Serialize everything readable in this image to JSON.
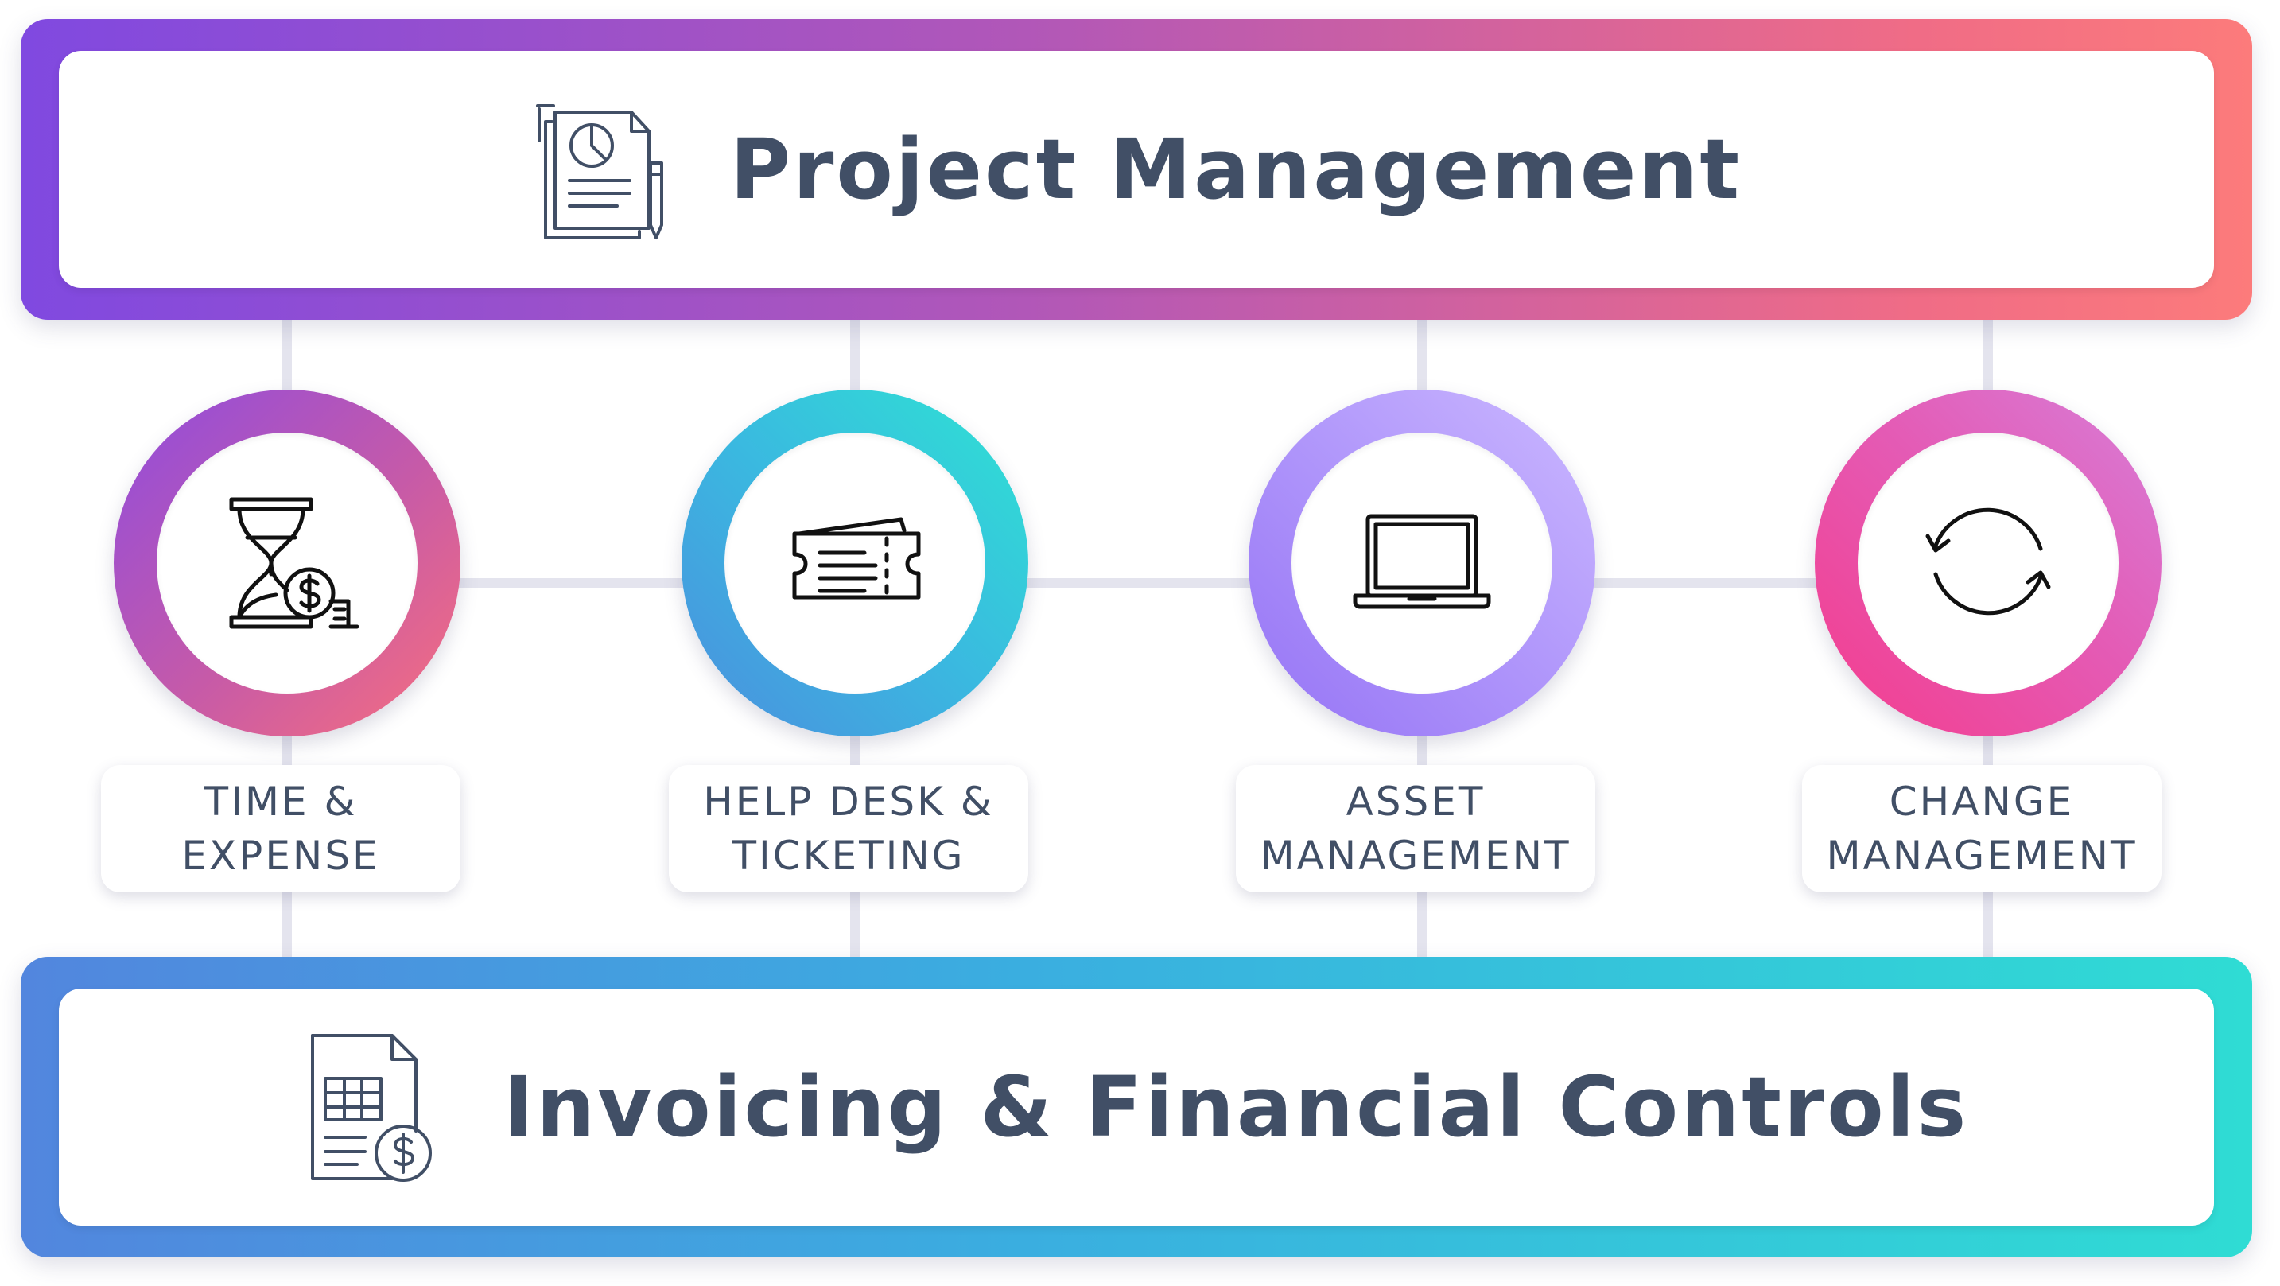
{
  "top_band": {
    "title": "Project Management",
    "icon": "documents-chart-pencil-icon"
  },
  "bottom_band": {
    "title": "Invoicing & Financial Controls",
    "icon": "invoice-dollar-icon"
  },
  "modules": [
    {
      "line1": "TIME &",
      "line2": "EXPENSE",
      "icon": "hourglass-dollar-icon"
    },
    {
      "line1": "HELP DESK &",
      "line2": "TICKETING",
      "icon": "ticket-icon"
    },
    {
      "line1": "ASSET",
      "line2": "MANAGEMENT",
      "icon": "laptop-icon"
    },
    {
      "line1": "CHANGE",
      "line2": "MANAGEMENT",
      "icon": "refresh-arrows-icon"
    }
  ],
  "colors": {
    "text": "#414f66",
    "top_band_gradient": [
      "#8049e0",
      "#fc7b7b"
    ],
    "bottom_band_gradient": [
      "#5286de",
      "#2fdcd4"
    ],
    "connector": "#e4e4ee"
  }
}
